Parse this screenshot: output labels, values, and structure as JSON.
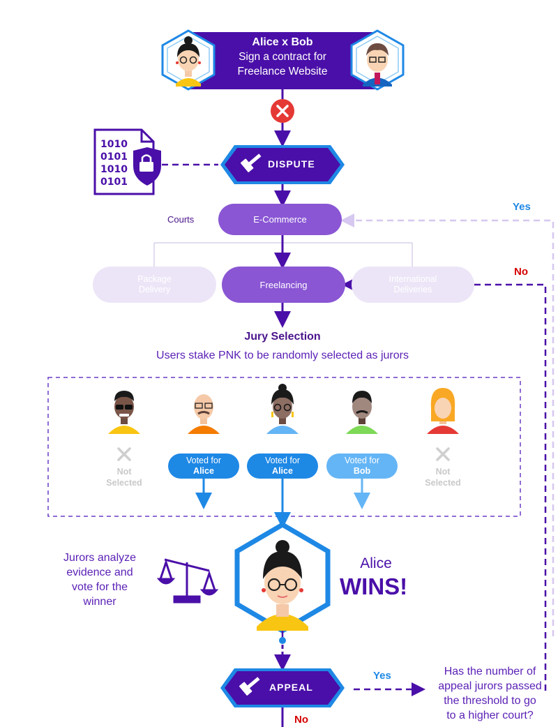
{
  "contract": {
    "title": "Alice x Bob",
    "line1": "Sign a contract for",
    "line2": "Freelance Website"
  },
  "evidence_binary": [
    "1010",
    "0101",
    "1010",
    "0101"
  ],
  "dispute_label": "DISPUTE",
  "courts_label": "Courts",
  "courts": {
    "parent": "E-Commerce",
    "left": "Package Delivery",
    "center": "Freelancing",
    "right": "International Deliveries"
  },
  "yes_label": "Yes",
  "no_label": "No",
  "jury": {
    "title": "Jury Selection",
    "subtitle": "Users stake PNK to be randomly selected as jurors"
  },
  "jurors": [
    {
      "status": "Not Selected",
      "vote": ""
    },
    {
      "status": "Voted for",
      "vote": "Alice"
    },
    {
      "status": "Voted for",
      "vote": "Alice"
    },
    {
      "status": "Voted for",
      "vote": "Bob"
    },
    {
      "status": "Not Selected",
      "vote": ""
    }
  ],
  "analyze_text": [
    "Jurors analyze",
    "evidence and",
    "vote for the",
    "winner"
  ],
  "winner": {
    "name": "Alice",
    "result": "WINS!"
  },
  "appeal_label": "APPEAL",
  "appeal_yes": "Yes",
  "appeal_no": "No",
  "question": [
    "Has the number of",
    "appeal jurors passed",
    "the threshold to go",
    "to a higher court?"
  ],
  "colors": {
    "deep_purple": "#4a0fa8",
    "court_purple": "#8a56d4",
    "light_purple": "#e8e0f5",
    "blue": "#1e88e5",
    "light_blue": "#64b5f6",
    "red": "#e53935"
  }
}
